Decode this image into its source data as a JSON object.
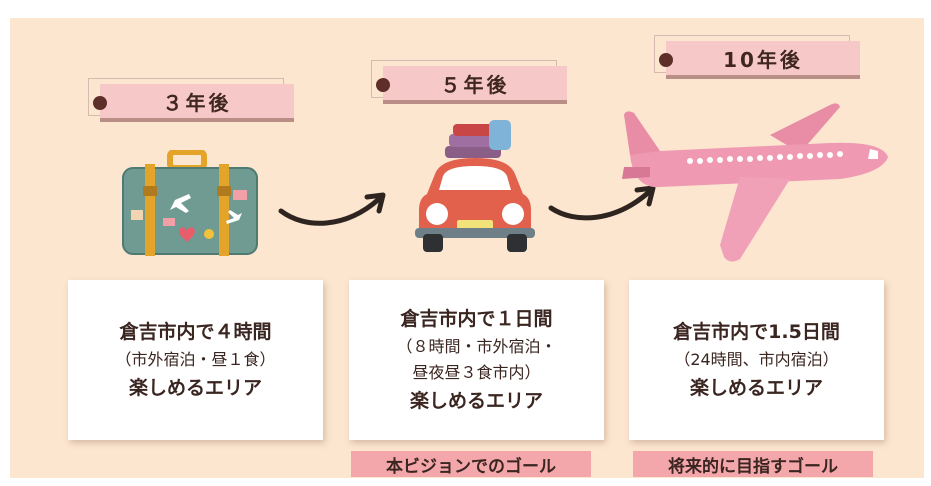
{
  "stages": [
    {
      "tag": "３年後",
      "line1": "倉吉市内で４時間",
      "line2a": "（市外宿泊・昼１食）",
      "line2b": "",
      "line3": "楽しめるエリア",
      "goal": "",
      "icon": "suitcase-icon"
    },
    {
      "tag": "５年後",
      "line1": "倉吉市内で１日間",
      "line2a": "（８時間・市外宿泊・",
      "line2b": "昼夜昼３食市内）",
      "line3": "楽しめるエリア",
      "goal": "本ビジョンでのゴール",
      "icon": "car-icon"
    },
    {
      "tag": "10年後",
      "line1": "倉吉市内で1.5日間",
      "line2a": "（24時間、市内宿泊）",
      "line2b": "",
      "line3": "楽しめるエリア",
      "goal": "将来的に目指すゴール",
      "icon": "airplane-icon"
    }
  ],
  "colors": {
    "background": "#fce6d0",
    "tag_fill": "#f7c8c8",
    "goal_highlight": "#f3a7ab",
    "dot": "#5e2f28",
    "text": "#3a2520"
  }
}
